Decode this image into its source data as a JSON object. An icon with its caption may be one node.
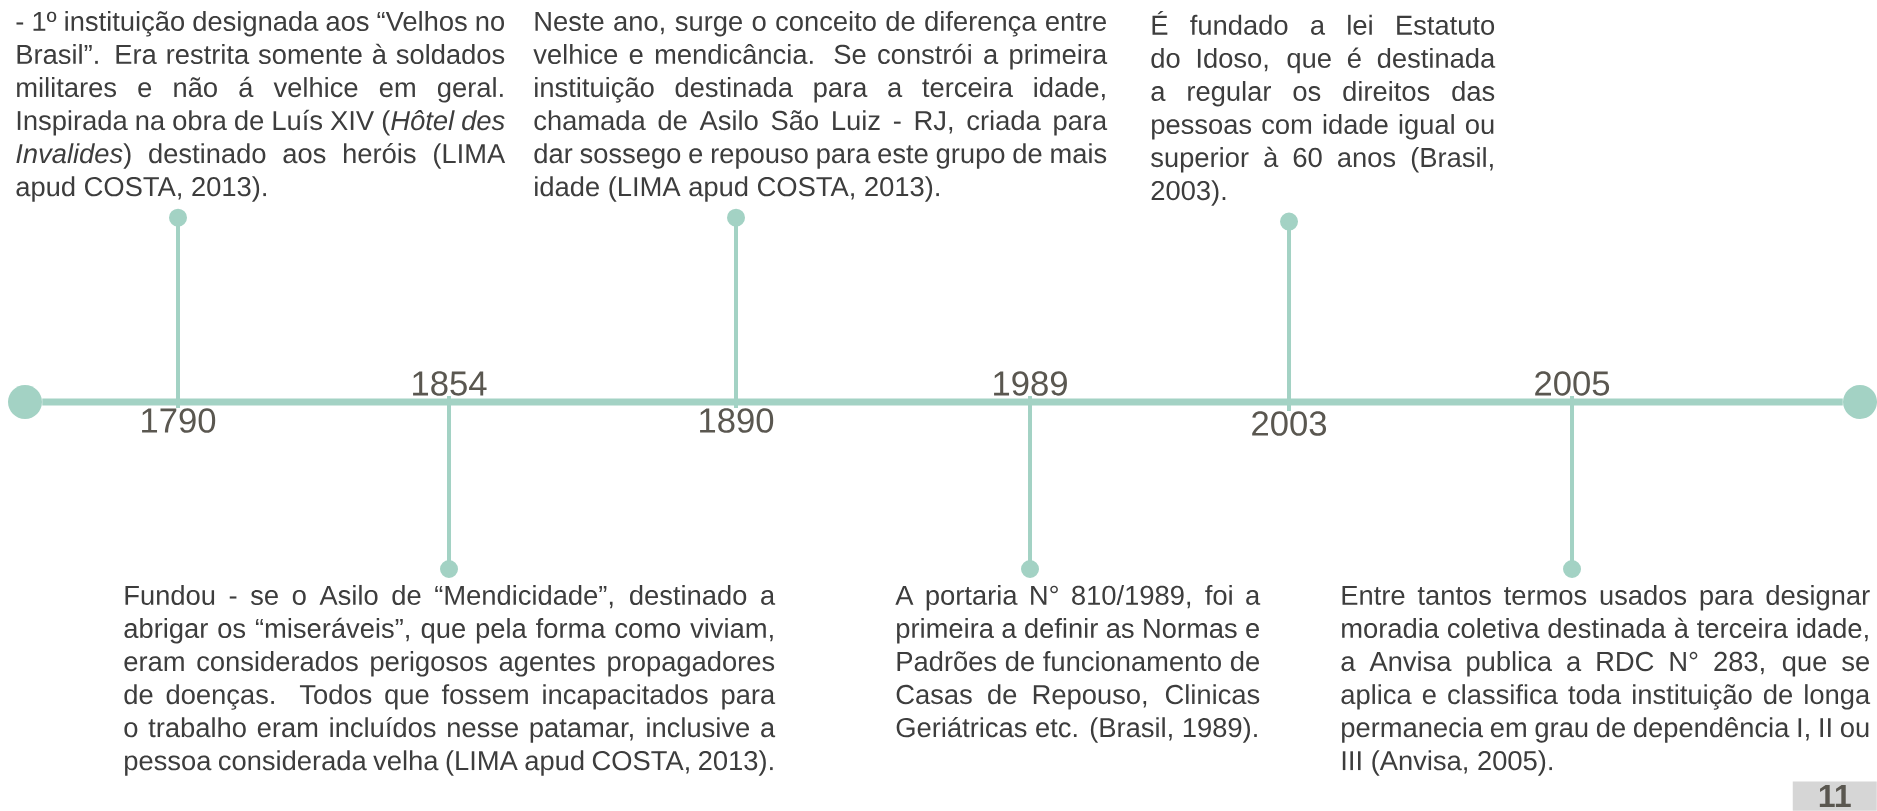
{
  "diagram": {
    "nodes": [
      {
        "text": [
          "- 1º instituição designada aos “Velhos no Brasil”. Era restrita somente à soldados militares e não á velhice em geral. Inspirada na obra de Luís XIV (*Hôtel des Invalides*) destinado aos heróis (LIMA apud COSTA, 2013)."
        ]
      },
      {
        "text": [
          "Fundou - se o Asilo de “Mendicidade”, destinado a abrigar os “miseráveis”, que pela forma como viviam, eram considerados perigosos agentes propagadores de doenças. Todos que fossem incapacitados para o trabalho eram incluídos nesse patamar, inclusive a pessoa considerada velha (LIMA apud COSTA, 2013)."
        ]
      },
      {
        "text": [
          "Neste ano, surge o conceito de diferença entre velhice e mendicância. Se constrói a primeira instituição destinada para a terceira idade, chamada de Asilo São Luiz - RJ, criada para dar sossego e repouso para este grupo de mais idade (LIMA apud COSTA, 2013)."
        ]
      },
      {
        "text": [
          "A portaria N° 810/1989, foi a primeira a definir as Normas e Padrões de funcionamento de Casas de Repouso, Clinicas Geriátricas etc. (Brasil, 1989)."
        ]
      },
      {
        "text": [
          "É fundado a lei Estatuto do Idoso, que é destinada a regular os direitos das pessoas com idade igual ou superior à 60 anos (Brasil, 2003)."
        ]
      },
      {
        "text": [
          "Entre tantos termos usados para designar moradia coletiva destinada à terceira idade, a Anvisa publica a RDC N° 283, que se aplica e classifica toda instituição de longa permanecia em grau de dependência I, II ou III (Anvisa, 2005)."
        ]
      },
      {
        "text": [],
        "shape": "circle"
      },
      {
        "text": [],
        "shape": "circle"
      },
      {
        "text": [
          "1790"
        ]
      },
      {
        "text": [
          "1854"
        ]
      },
      {
        "text": [
          "1890"
        ]
      },
      {
        "text": [
          "1989"
        ]
      },
      {
        "text": [
          "2003"
        ]
      },
      {
        "text": [
          "2005"
        ]
      }
    ],
    "edges": [
      {
        "from": 6,
        "to": 7,
        "arrow": "none"
      },
      {
        "from": 8,
        "to": 0,
        "arrow": "other"
      },
      {
        "from": 9,
        "to": 1,
        "arrow": "other"
      },
      {
        "from": 10,
        "to": 2,
        "arrow": "other"
      },
      {
        "from": 11,
        "to": 3,
        "arrow": "other"
      },
      {
        "from": 12,
        "to": 4,
        "arrow": "other"
      },
      {
        "from": 13,
        "to": 5,
        "arrow": "other"
      }
    ],
    "labels": [
      "11"
    ]
  }
}
